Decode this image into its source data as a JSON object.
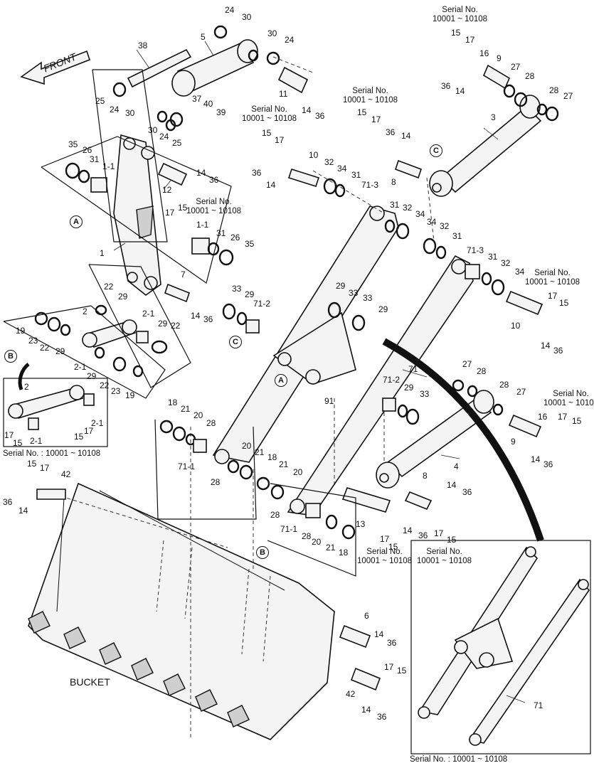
{
  "front_arrow": "FRONT",
  "bucket_label": "BUCKET",
  "serial_note_title": "Serial No.",
  "serial_range": "10001 ~ 10108",
  "serial_caption": "Serial No. : 10001 ~ 10108",
  "markers": {
    "A": "A",
    "B": "B",
    "C": "C"
  },
  "callouts": {
    "c1": "1",
    "c1_1a": "1-1",
    "c1_1b": "1-1",
    "c2": "2",
    "c2b": "2",
    "c2_1a": "2-1",
    "c2_1b": "2-1",
    "c2_1c": "2-1",
    "c2_1d": "2-1",
    "c3": "3",
    "c4": "4",
    "c5": "5",
    "c6": "6",
    "c7": "7",
    "c8a": "8",
    "c8b": "8",
    "c9a": "9",
    "c9b": "9",
    "c10a": "10",
    "c10b": "10",
    "c11": "11",
    "c12": "12",
    "c13": "13",
    "c14": "14",
    "c15": "15",
    "c16": "16",
    "c17": "17",
    "c18": "18",
    "c19": "19",
    "c20": "20",
    "c21": "21",
    "c22": "22",
    "c23": "23",
    "c24": "24",
    "c25": "25",
    "c26": "26",
    "c27": "27",
    "c28": "28",
    "c29": "29",
    "c30": "30",
    "c31": "31",
    "c32": "32",
    "c33": "33",
    "c34": "34",
    "c35": "35",
    "c36": "36",
    "c37": "37",
    "c38": "38",
    "c39": "39",
    "c40": "40",
    "c42": "42",
    "c71": "71",
    "c71_1": "71-1",
    "c71_2": "71-2",
    "c71_3": "71-3",
    "c91": "91"
  }
}
